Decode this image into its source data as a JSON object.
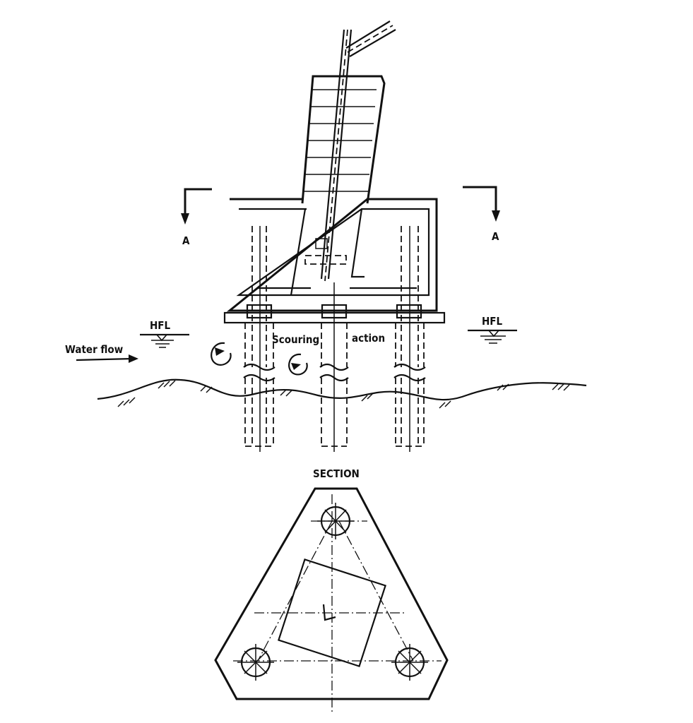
{
  "labels": {
    "section_mark_left": "A",
    "section_mark_right": "A",
    "hfl_left": "HFL",
    "hfl_right": "HFL",
    "water_flow": "Water flow",
    "scouring": "Scouring",
    "action": "action",
    "section_title": "SECTION"
  },
  "icons": {
    "flow_arrow": "arrow-right-icon",
    "eddy": "curved-arrow-icon",
    "water_level": "water-level-triangle-icon",
    "section_arrow": "arrow-down-icon"
  }
}
